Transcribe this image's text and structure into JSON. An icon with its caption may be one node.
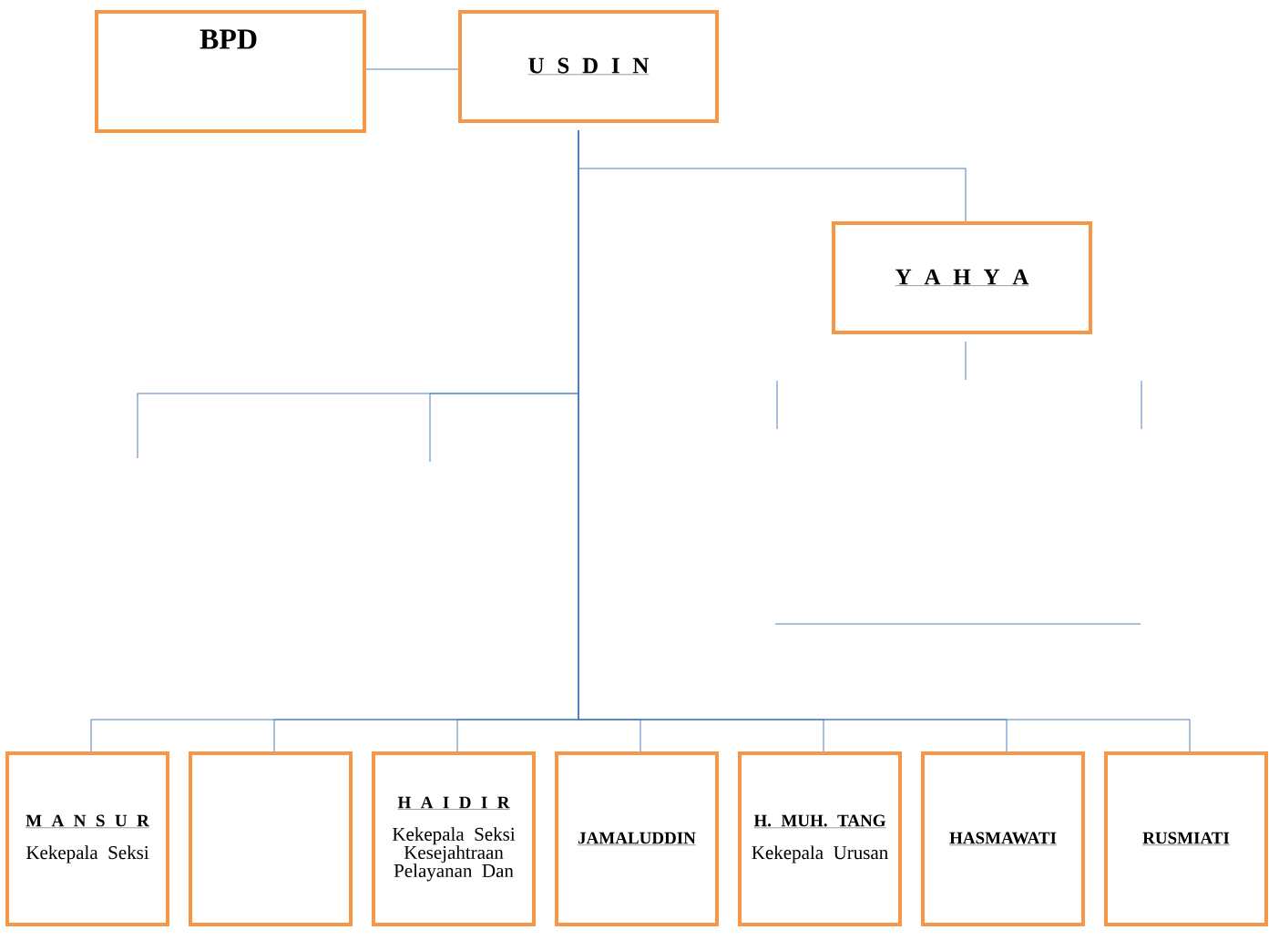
{
  "diagram": {
    "nodes": [
      {
        "text": [
          "BPD"
        ]
      },
      {
        "text": [
          "U S D I N"
        ]
      },
      {
        "text": [
          "Y A H Y A"
        ]
      },
      {
        "text": [
          "M A N S U R",
          "Kekepala Seksi"
        ]
      },
      {
        "text": [],
        "shape": "box"
      },
      {
        "text": [
          "H A I D I R",
          "Kekepala Seksi Kesejahtraan Pelayanan Dan"
        ]
      },
      {
        "text": [
          "JAMALUDDIN"
        ]
      },
      {
        "text": [
          "H. MUH. TANG",
          "Kekepala Urusan"
        ]
      },
      {
        "text": [
          "HASMAWATI"
        ]
      },
      {
        "text": [
          "RUSMIATI"
        ]
      }
    ],
    "edges": [
      {
        "from": 0,
        "to": 1,
        "arrow": "none"
      },
      {
        "from": 1,
        "to": 2,
        "arrow": "none"
      },
      {
        "from": 1,
        "to": null,
        "arrow": "none"
      },
      {
        "from": 1,
        "to": null,
        "arrow": "none"
      },
      {
        "from": 2,
        "to": null,
        "arrow": "none"
      },
      {
        "from": 1,
        "to": 3,
        "arrow": "none"
      },
      {
        "from": 1,
        "to": 4,
        "arrow": "none"
      },
      {
        "from": 1,
        "to": 5,
        "arrow": "none"
      },
      {
        "from": 1,
        "to": 6,
        "arrow": "none"
      },
      {
        "from": 1,
        "to": 7,
        "arrow": "none"
      },
      {
        "from": 1,
        "to": 8,
        "arrow": "none"
      },
      {
        "from": 1,
        "to": 9,
        "arrow": "none"
      }
    ]
  }
}
